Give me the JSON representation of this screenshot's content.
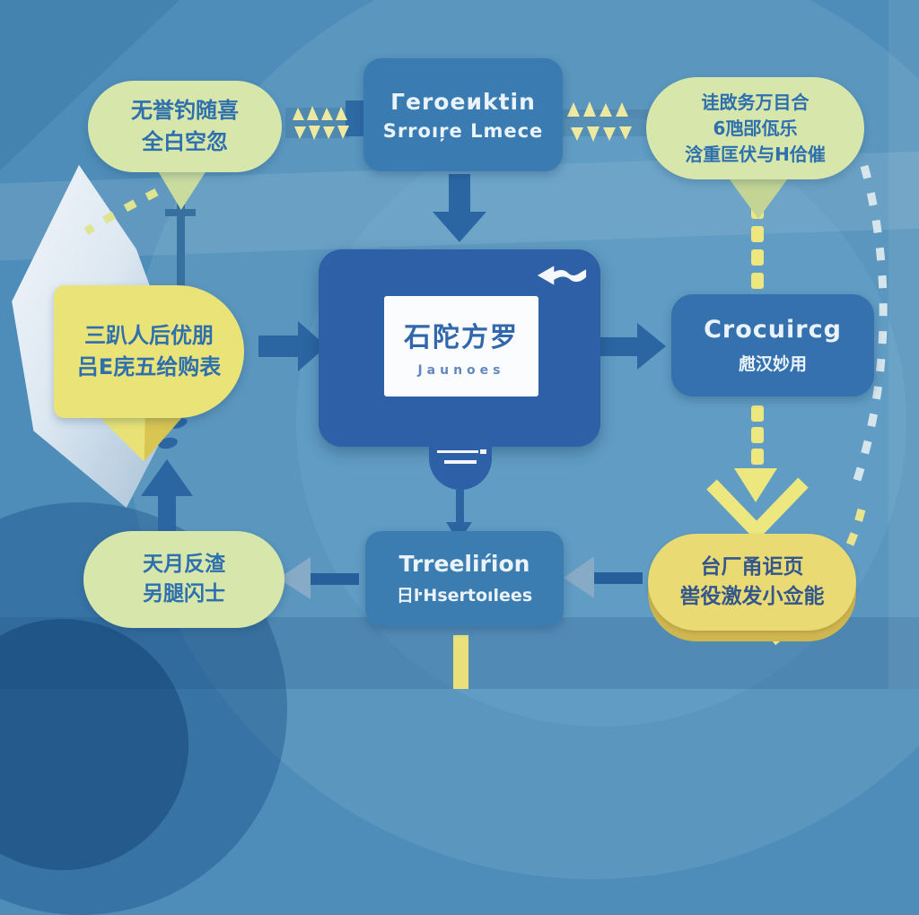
{
  "diagram": {
    "kind": "flow-infographic",
    "nodes": {
      "top_left_bubble": {
        "line1": "无誉钓随喜",
        "line2": "全白空忽"
      },
      "top_center_box": {
        "line1": "Гeroeиktin",
        "line2": "Srroıŗe Lmece"
      },
      "top_right_bubble": {
        "line1": "诖敃务万目合",
        "line2": "6虺郘佤乐",
        "line3": "浛重匡伏与H佮催"
      },
      "left_yellow_bubble": {
        "line1": "三趴人后优朋",
        "line2": "吕E庑五给购表"
      },
      "center_box": {
        "card_title": "石陀方罗",
        "card_subtitle": "Jaunoes"
      },
      "right_box": {
        "title": "Crocuircg",
        "subtitle": "甝汉妙用"
      },
      "bottom_left_bubble": {
        "line1": "天月反渣",
        "line2": "另腿闪士"
      },
      "bottom_center_box": {
        "line1": "Trreeliŕion",
        "line2": "日ŀHsertoılees"
      },
      "bottom_right_bubble": {
        "line1": "台厂甬讵页",
        "line2": "喾役激发小佥能"
      }
    },
    "icons": {
      "undo_arrow": "curved-left-arrow-with-wavy-tail",
      "flow_triangles": "rows-of-small-yellow-triangles",
      "chevron_down": "large-yellow-v-chevron",
      "dashed_arc_left": "yellow-green-dash-arc",
      "dashed_arc_right": "white-dash-arc"
    },
    "colors": {
      "background": "#4e8db9",
      "box_blue": "#3a7cb1",
      "box_navy": "#2d60a7",
      "box_right": "#3571ae",
      "green_bubble": "#d7e7ab",
      "yellow_bubble": "#e9e378",
      "yellow_pill": "#e9da74",
      "arrow_blue": "#2b66a3",
      "accent_yellow": "#ece77f",
      "text_blue_on_green": "#2e6fae",
      "text_white": "#eaf3fa",
      "text_navy_on_yellow": "#33568c",
      "card_white": "#fafcfd"
    }
  }
}
